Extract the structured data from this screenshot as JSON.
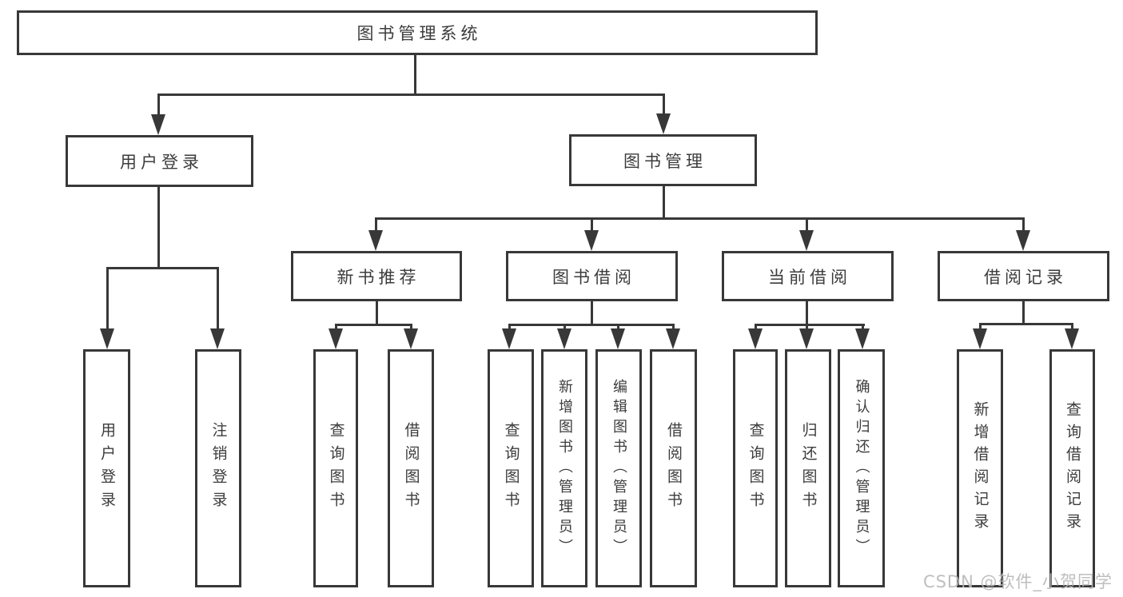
{
  "diagram": {
    "type": "hierarchy-diagram",
    "root": {
      "label": "图书管理系统"
    },
    "level2": {
      "user_login": {
        "label": "用户登录"
      },
      "book_mgmt": {
        "label": "图书管理"
      }
    },
    "level3": {
      "new_book": {
        "label": "新书推荐"
      },
      "borrow": {
        "label": "图书借阅"
      },
      "current": {
        "label": "当前借阅"
      },
      "record": {
        "label": "借阅记录"
      }
    },
    "leaves": {
      "login_user": {
        "label": "用户登录"
      },
      "login_logout": {
        "label": "注销登录"
      },
      "new_query": {
        "label": "查询图书"
      },
      "new_borrow": {
        "label": "借阅图书"
      },
      "borrow_query": {
        "label": "查询图书"
      },
      "borrow_add": {
        "label": "新增图书（管理员）"
      },
      "borrow_edit": {
        "label": "编辑图书（管理员）"
      },
      "borrow_do": {
        "label": "借阅图书"
      },
      "cur_query": {
        "label": "查询图书"
      },
      "cur_return": {
        "label": "归还图书"
      },
      "cur_confirm": {
        "label": "确认归还（管理员）"
      },
      "rec_add": {
        "label": "新增借阅记录"
      },
      "rec_query": {
        "label": "查询借阅记录"
      }
    },
    "edges": [
      {
        "from": "图书管理系统",
        "to": "用户登录"
      },
      {
        "from": "图书管理系统",
        "to": "图书管理"
      },
      {
        "from": "用户登录",
        "to": "用户登录"
      },
      {
        "from": "用户登录",
        "to": "注销登录"
      },
      {
        "from": "图书管理",
        "to": "新书推荐"
      },
      {
        "from": "图书管理",
        "to": "图书借阅"
      },
      {
        "from": "图书管理",
        "to": "当前借阅"
      },
      {
        "from": "图书管理",
        "to": "借阅记录"
      },
      {
        "from": "新书推荐",
        "to": "查询图书"
      },
      {
        "from": "新书推荐",
        "to": "借阅图书"
      },
      {
        "from": "图书借阅",
        "to": "查询图书"
      },
      {
        "from": "图书借阅",
        "to": "新增图书（管理员）"
      },
      {
        "from": "图书借阅",
        "to": "编辑图书（管理员）"
      },
      {
        "from": "图书借阅",
        "to": "借阅图书"
      },
      {
        "from": "当前借阅",
        "to": "查询图书"
      },
      {
        "from": "当前借阅",
        "to": "归还图书"
      },
      {
        "from": "当前借阅",
        "to": "确认归还（管理员）"
      },
      {
        "from": "借阅记录",
        "to": "新增借阅记录"
      },
      {
        "from": "借阅记录",
        "to": "查询借阅记录"
      }
    ],
    "watermark": "CSDN @软件_小贺同学",
    "colors": {
      "line": "#383838",
      "text": "#3c3c3c",
      "background": "#ffffff",
      "watermark": "#b7b7b7"
    }
  }
}
